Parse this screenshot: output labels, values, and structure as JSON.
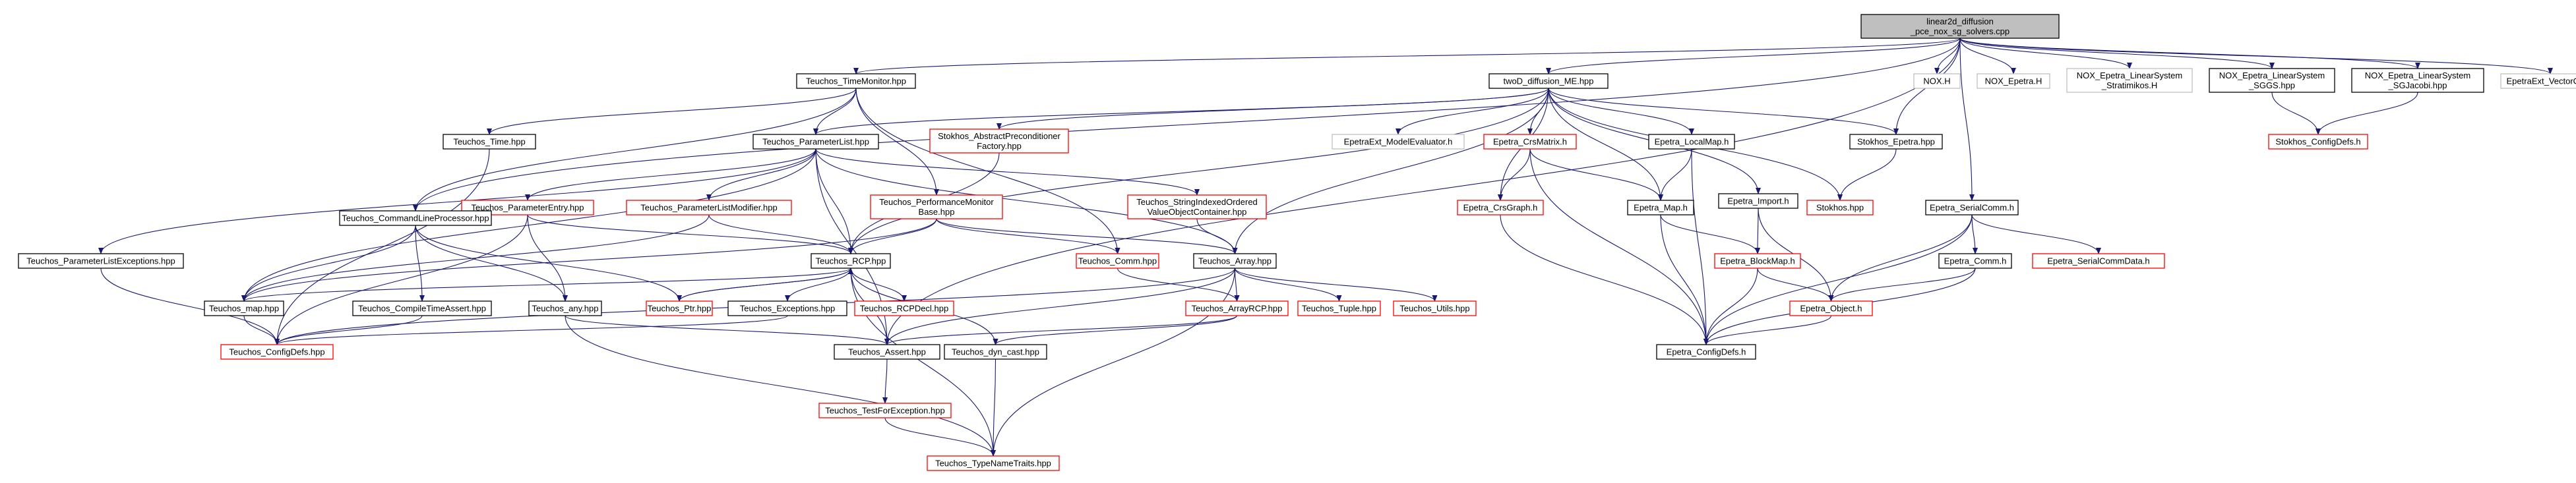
{
  "colors": {
    "root_fill": "#bfbfbf",
    "normal_border": "#000000",
    "missing_border": "#ff0000",
    "external_border": "#bfbfbf",
    "edge": "#191970",
    "text": "#000000"
  },
  "nodes": [
    {
      "id": "root",
      "lines": [
        "linear2d_diffusion",
        "_pce_nox_sg_solvers.cpp"
      ],
      "kind": "root"
    },
    {
      "id": "timemonitor",
      "lines": [
        "Teuchos_TimeMonitor.hpp"
      ],
      "kind": "normal"
    },
    {
      "id": "twod",
      "lines": [
        "twoD_diffusion_ME.hpp"
      ],
      "kind": "normal"
    },
    {
      "id": "noxh",
      "lines": [
        "NOX.H"
      ],
      "kind": "external"
    },
    {
      "id": "noxepetra",
      "lines": [
        "NOX_Epetra.H"
      ],
      "kind": "external"
    },
    {
      "id": "noxstrat",
      "lines": [
        "NOX_Epetra_LinearSystem",
        "_Stratimikos.H"
      ],
      "kind": "external"
    },
    {
      "id": "noxsgs",
      "lines": [
        "NOX_Epetra_LinearSystem",
        "_SGGS.hpp"
      ],
      "kind": "normal"
    },
    {
      "id": "noxjacobi",
      "lines": [
        "NOX_Epetra_LinearSystem",
        "_SGJacobi.hpp"
      ],
      "kind": "normal"
    },
    {
      "id": "vectorout",
      "lines": [
        "EpetraExt_VectorOut.h"
      ],
      "kind": "external"
    },
    {
      "id": "time",
      "lines": [
        "Teuchos_Time.hpp"
      ],
      "kind": "normal"
    },
    {
      "id": "paramlist",
      "lines": [
        "Teuchos_ParameterList.hpp"
      ],
      "kind": "normal"
    },
    {
      "id": "stokprec",
      "lines": [
        "Stokhos_AbstractPreconditioner",
        "Factory.hpp"
      ],
      "kind": "missing"
    },
    {
      "id": "modeleval",
      "lines": [
        "EpetraExt_ModelEvaluator.h"
      ],
      "kind": "external"
    },
    {
      "id": "crsmatrix",
      "lines": [
        "Epetra_CrsMatrix.h"
      ],
      "kind": "missing"
    },
    {
      "id": "localmap",
      "lines": [
        "Epetra_LocalMap.h"
      ],
      "kind": "normal"
    },
    {
      "id": "import",
      "lines": [
        "Epetra_Import.h"
      ],
      "kind": "normal"
    },
    {
      "id": "stokepetra",
      "lines": [
        "Stokhos_Epetra.hpp"
      ],
      "kind": "normal"
    },
    {
      "id": "stokconfig",
      "lines": [
        "Stokhos_ConfigDefs.h"
      ],
      "kind": "missing"
    },
    {
      "id": "serialcomm",
      "lines": [
        "Epetra_SerialComm.h"
      ],
      "kind": "normal"
    },
    {
      "id": "paramentry",
      "lines": [
        "Teuchos_ParameterEntry.hpp"
      ],
      "kind": "missing"
    },
    {
      "id": "paramlistmod",
      "lines": [
        "Teuchos_ParameterListModifier.hpp"
      ],
      "kind": "missing"
    },
    {
      "id": "perfmon",
      "lines": [
        "Teuchos_PerformanceMonitor",
        "Base.hpp"
      ],
      "kind": "missing"
    },
    {
      "id": "strindexed",
      "lines": [
        "Teuchos_StringIndexedOrdered",
        "ValueObjectContainer.hpp"
      ],
      "kind": "missing"
    },
    {
      "id": "crsgraph",
      "lines": [
        "Epetra_CrsGraph.h"
      ],
      "kind": "missing"
    },
    {
      "id": "map",
      "lines": [
        "Epetra_Map.h"
      ],
      "kind": "normal"
    },
    {
      "id": "stokhos",
      "lines": [
        "Stokhos.hpp"
      ],
      "kind": "missing"
    },
    {
      "id": "paramlistexc",
      "lines": [
        "Teuchos_ParameterListExceptions.hpp"
      ],
      "kind": "normal"
    },
    {
      "id": "cmdline",
      "lines": [
        "Teuchos_CommandLineProcessor.hpp"
      ],
      "kind": "normal"
    },
    {
      "id": "rcp",
      "lines": [
        "Teuchos_RCP.hpp"
      ],
      "kind": "normal"
    },
    {
      "id": "comm",
      "lines": [
        "Teuchos_Comm.hpp"
      ],
      "kind": "missing"
    },
    {
      "id": "array",
      "lines": [
        "Teuchos_Array.hpp"
      ],
      "kind": "normal"
    },
    {
      "id": "blockmap",
      "lines": [
        "Epetra_BlockMap.h"
      ],
      "kind": "missing"
    },
    {
      "id": "epcomm",
      "lines": [
        "Epetra_Comm.h"
      ],
      "kind": "normal"
    },
    {
      "id": "serialcommdata",
      "lines": [
        "Epetra_SerialCommData.h"
      ],
      "kind": "missing"
    },
    {
      "id": "tmap",
      "lines": [
        "Teuchos_map.hpp"
      ],
      "kind": "normal"
    },
    {
      "id": "comptime",
      "lines": [
        "Teuchos_CompileTimeAssert.hpp"
      ],
      "kind": "normal"
    },
    {
      "id": "any",
      "lines": [
        "Teuchos_any.hpp"
      ],
      "kind": "normal"
    },
    {
      "id": "ptr",
      "lines": [
        "Teuchos_Ptr.hpp"
      ],
      "kind": "missing"
    },
    {
      "id": "exceptions",
      "lines": [
        "Teuchos_Exceptions.hpp"
      ],
      "kind": "normal"
    },
    {
      "id": "rcpdecl",
      "lines": [
        "Teuchos_RCPDecl.hpp"
      ],
      "kind": "missing"
    },
    {
      "id": "arrayrcp",
      "lines": [
        "Teuchos_ArrayRCP.hpp"
      ],
      "kind": "missing"
    },
    {
      "id": "tuple",
      "lines": [
        "Teuchos_Tuple.hpp"
      ],
      "kind": "missing"
    },
    {
      "id": "utils",
      "lines": [
        "Teuchos_Utils.hpp"
      ],
      "kind": "missing"
    },
    {
      "id": "epobject",
      "lines": [
        "Epetra_Object.h"
      ],
      "kind": "missing"
    },
    {
      "id": "tconfig",
      "lines": [
        "Teuchos_ConfigDefs.hpp"
      ],
      "kind": "missing"
    },
    {
      "id": "assert",
      "lines": [
        "Teuchos_Assert.hpp"
      ],
      "kind": "normal"
    },
    {
      "id": "dyncast",
      "lines": [
        "Teuchos_dyn_cast.hpp"
      ],
      "kind": "normal"
    },
    {
      "id": "epconfig",
      "lines": [
        "Epetra_ConfigDefs.h"
      ],
      "kind": "normal"
    },
    {
      "id": "testexc",
      "lines": [
        "Teuchos_TestForException.hpp"
      ],
      "kind": "missing"
    },
    {
      "id": "typename",
      "lines": [
        "Teuchos_TypeNameTraits.hpp"
      ],
      "kind": "missing"
    }
  ],
  "edges": [
    [
      "root",
      "timemonitor"
    ],
    [
      "root",
      "twod"
    ],
    [
      "root",
      "noxh"
    ],
    [
      "root",
      "noxepetra"
    ],
    [
      "root",
      "noxstrat"
    ],
    [
      "root",
      "noxsgs"
    ],
    [
      "root",
      "noxjacobi"
    ],
    [
      "root",
      "vectorout"
    ],
    [
      "root",
      "stokepetra"
    ],
    [
      "root",
      "serialcomm"
    ],
    [
      "root",
      "cmdline"
    ],
    [
      "root",
      "assert"
    ],
    [
      "timemonitor",
      "time"
    ],
    [
      "timemonitor",
      "paramlist"
    ],
    [
      "timemonitor",
      "perfmon"
    ],
    [
      "timemonitor",
      "comm"
    ],
    [
      "timemonitor",
      "cmdline"
    ],
    [
      "twod",
      "modeleval"
    ],
    [
      "twod",
      "crsmatrix"
    ],
    [
      "twod",
      "localmap"
    ],
    [
      "twod",
      "import"
    ],
    [
      "twod",
      "stokepetra"
    ],
    [
      "twod",
      "stokprec"
    ],
    [
      "twod",
      "paramlist"
    ],
    [
      "twod",
      "crsgraph"
    ],
    [
      "twod",
      "map"
    ],
    [
      "twod",
      "stokhos"
    ],
    [
      "twod",
      "rcp"
    ],
    [
      "twod",
      "array"
    ],
    [
      "noxsgs",
      "stokconfig"
    ],
    [
      "noxjacobi",
      "stokconfig"
    ],
    [
      "time",
      "tconfig"
    ],
    [
      "paramlist",
      "paramentry"
    ],
    [
      "paramlist",
      "paramlistmod"
    ],
    [
      "paramlist",
      "strindexed"
    ],
    [
      "paramlist",
      "paramlistexc"
    ],
    [
      "paramlist",
      "tmap"
    ],
    [
      "paramlist",
      "rcp"
    ],
    [
      "paramlist",
      "array"
    ],
    [
      "paramlist",
      "assert"
    ],
    [
      "stokprec",
      "rcp"
    ],
    [
      "crsmatrix",
      "crsgraph"
    ],
    [
      "crsmatrix",
      "map"
    ],
    [
      "crsmatrix",
      "epconfig"
    ],
    [
      "localmap",
      "map"
    ],
    [
      "localmap",
      "epconfig"
    ],
    [
      "import",
      "blockmap"
    ],
    [
      "import",
      "epobject"
    ],
    [
      "stokepetra",
      "stokhos"
    ],
    [
      "serialcomm",
      "epcomm"
    ],
    [
      "serialcomm",
      "serialcommdata"
    ],
    [
      "serialcomm",
      "epobject"
    ],
    [
      "serialcomm",
      "epconfig"
    ],
    [
      "paramentry",
      "any"
    ],
    [
      "paramentry",
      "rcp"
    ],
    [
      "paramentry",
      "tconfig"
    ],
    [
      "paramlistmod",
      "rcp"
    ],
    [
      "paramlistmod",
      "tmap"
    ],
    [
      "perfmon",
      "rcp"
    ],
    [
      "perfmon",
      "comm"
    ],
    [
      "perfmon",
      "array"
    ],
    [
      "perfmon",
      "tmap"
    ],
    [
      "strindexed",
      "array"
    ],
    [
      "crsgraph",
      "epconfig"
    ],
    [
      "map",
      "blockmap"
    ],
    [
      "map",
      "epconfig"
    ],
    [
      "paramlistexc",
      "tconfig"
    ],
    [
      "cmdline",
      "tmap"
    ],
    [
      "cmdline",
      "comptime"
    ],
    [
      "cmdline",
      "any"
    ],
    [
      "cmdline",
      "ptr"
    ],
    [
      "rcp",
      "ptr"
    ],
    [
      "rcp",
      "exceptions"
    ],
    [
      "rcp",
      "rcpdecl"
    ],
    [
      "rcp",
      "tmap"
    ],
    [
      "rcp",
      "assert"
    ],
    [
      "rcp",
      "dyncast"
    ],
    [
      "rcp",
      "typename"
    ],
    [
      "comm",
      "arrayrcp"
    ],
    [
      "array",
      "arrayrcp"
    ],
    [
      "array",
      "tuple"
    ],
    [
      "array",
      "utils"
    ],
    [
      "array",
      "assert"
    ],
    [
      "array",
      "typename"
    ],
    [
      "array",
      "tconfig"
    ],
    [
      "blockmap",
      "epobject"
    ],
    [
      "blockmap",
      "epconfig"
    ],
    [
      "epcomm",
      "epobject"
    ],
    [
      "epcomm",
      "epconfig"
    ],
    [
      "tmap",
      "tconfig"
    ],
    [
      "comptime",
      "tconfig"
    ],
    [
      "any",
      "assert"
    ],
    [
      "any",
      "typename"
    ],
    [
      "ptr",
      "rcp"
    ],
    [
      "exceptions",
      "tconfig"
    ],
    [
      "arrayrcp",
      "assert"
    ],
    [
      "arrayrcp",
      "dyncast"
    ],
    [
      "epobject",
      "epconfig"
    ],
    [
      "assert",
      "testexc"
    ],
    [
      "dyncast",
      "typename"
    ],
    [
      "testexc",
      "typename"
    ]
  ]
}
